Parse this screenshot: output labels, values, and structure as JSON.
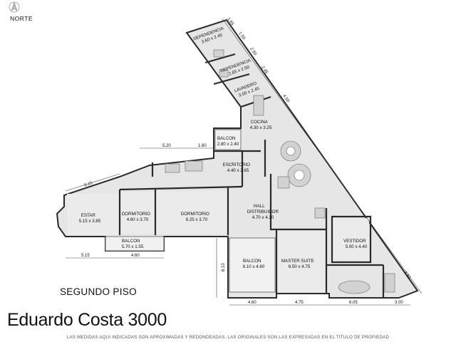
{
  "north_label": "NORTE",
  "floor_title": "SEGUNDO PISO",
  "address": "Eduardo Costa 3000",
  "disclaimer": "LAS MEDIDAS AQUI INDICADAS SON APROXIMADAS Y REDONDEADAS. LAS ORIGINALES SON LAS EXPRESADAS EN EL TITULO DE PROPIEDAD",
  "rooms": {
    "dependencia1": {
      "name": "DEPENDENCIA",
      "size": "3.60 x 2.45"
    },
    "dependencia2": {
      "name": "DEPENDENCIA",
      "size": "2.85 x 2.50"
    },
    "lavadero": {
      "name": "LAVADERO",
      "size": "3.00 x 2.45"
    },
    "cocina": {
      "name": "COCINA",
      "size": "4.30 x 3.25"
    },
    "balcon_cocina": {
      "name": "BALCON",
      "size": "2.80 x 2.40"
    },
    "escritorio": {
      "name": "ESCRITORIO",
      "size": "4.40 x 2.65"
    },
    "estar": {
      "name": "ESTAR",
      "size": "5.15 x 3.85"
    },
    "dormitorio1": {
      "name": "DORMITORIO",
      "size": "4.60 x 3.70"
    },
    "dormitorio2": {
      "name": "DORMITORIO",
      "size": "8.25 x 3.70"
    },
    "balcon_dorm": {
      "name": "BALCON",
      "size": "5.70 x 1.55"
    },
    "hall": {
      "name": "HALL",
      "name2": "DISTRIBUIDOR",
      "size": "4.70 x 4.20"
    },
    "balcon_sur": {
      "name": "BALCON",
      "size": "6.10 x 4.60"
    },
    "master": {
      "name": "MASTER SUITE",
      "size": "6.50 x 4.75"
    },
    "vestidor": {
      "name": "VESTIDOR",
      "size": "5.00 x 4.40"
    }
  },
  "dimensions": {
    "d_1_65": "1.65",
    "d_1_50": "1.50",
    "d_2_50": "2.50",
    "d_2_45": "2.45",
    "d_4_50": "4.50",
    "d_5_20": "5.20",
    "d_1_80": "1.80",
    "d_6_15": "6.15",
    "d_5_15": "5.15",
    "d_4_60_left": "4.60",
    "d_6_10": "6.10",
    "d_4_60_bottom": "4.60",
    "d_4_75": "4.75",
    "d_6_05": "6.05",
    "d_3_00": "3.00",
    "d_3_50": "3.50"
  }
}
